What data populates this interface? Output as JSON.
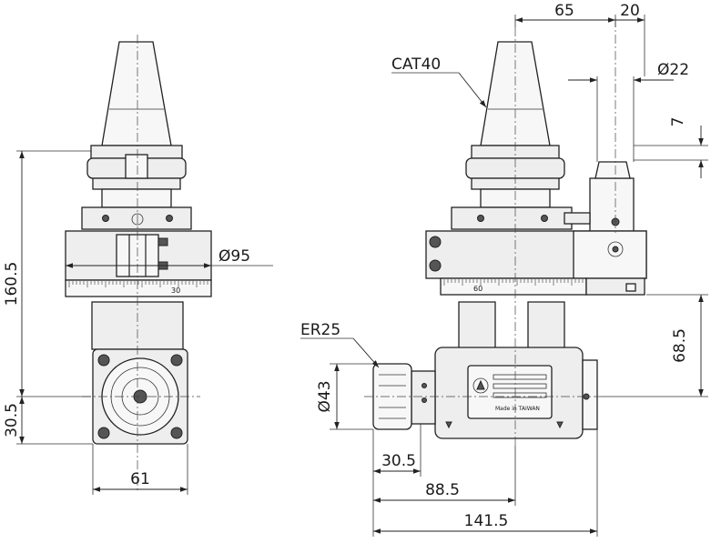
{
  "labels": {
    "taper": "CAT40",
    "collet": "ER25"
  },
  "dimensions": {
    "d65": "65",
    "d20": "20",
    "dia22": "22",
    "d7": "7",
    "height_160_5": "160.5",
    "dia95": "95",
    "d68_5": "68.5",
    "dia43": "43",
    "d30_5_left": "30.5",
    "d61": "61",
    "d30_5_front": "30.5",
    "d88_5": "88.5",
    "d141_5": "141.5"
  },
  "scale_marks": {
    "front_30": "30",
    "side_60": "60"
  },
  "nameplate": {
    "line1": "Made in TAIWAN"
  },
  "symbols": {
    "diameter": "Ø"
  }
}
